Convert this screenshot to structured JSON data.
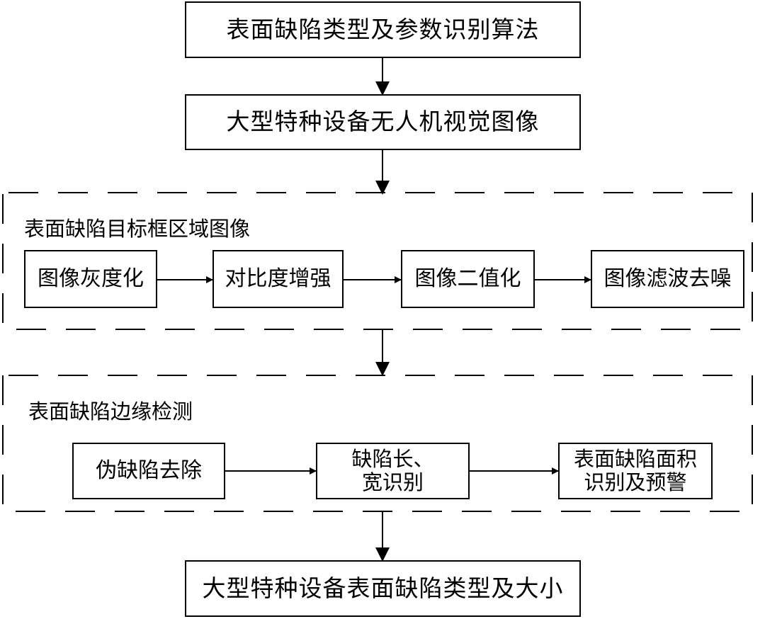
{
  "nodes": {
    "algorithm": "表面缺陷类型及参数识别算法",
    "uav_image": "大型特种设备无人机视觉图像",
    "grayscale": "图像灰度化",
    "contrast": "对比度增强",
    "binarize": "图像二值化",
    "denoise": "图像滤波去噪",
    "pseudo_removal": "伪缺陷去除",
    "length_width_line1": "缺陷长、",
    "length_width_line2": "宽识别",
    "area_line1": "表面缺陷面积",
    "area_line2": "识别及预警",
    "result": "大型特种设备表面缺陷类型及大小"
  },
  "groups": {
    "roi": "表面缺陷目标框区域图像",
    "edge": "表面缺陷边缘检测"
  },
  "colors": {
    "stroke": "#000000",
    "background": "#ffffff"
  }
}
